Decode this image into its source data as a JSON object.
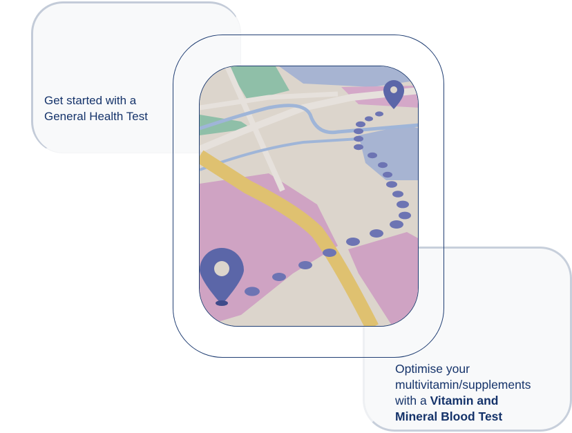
{
  "card_general": {
    "text_line1": "Get started with a",
    "text_line2": "General Health Test"
  },
  "card_vitamin": {
    "line1": "Optimise your",
    "line2": "multivitamin/supplements",
    "line3_prefix": "with a ",
    "line3_bold": "Vitamin and",
    "line4": "Mineral Blood Test"
  },
  "colors": {
    "navy": "#15336a",
    "card_bg": "#f8f9fa",
    "pin": "#5b66a8"
  }
}
